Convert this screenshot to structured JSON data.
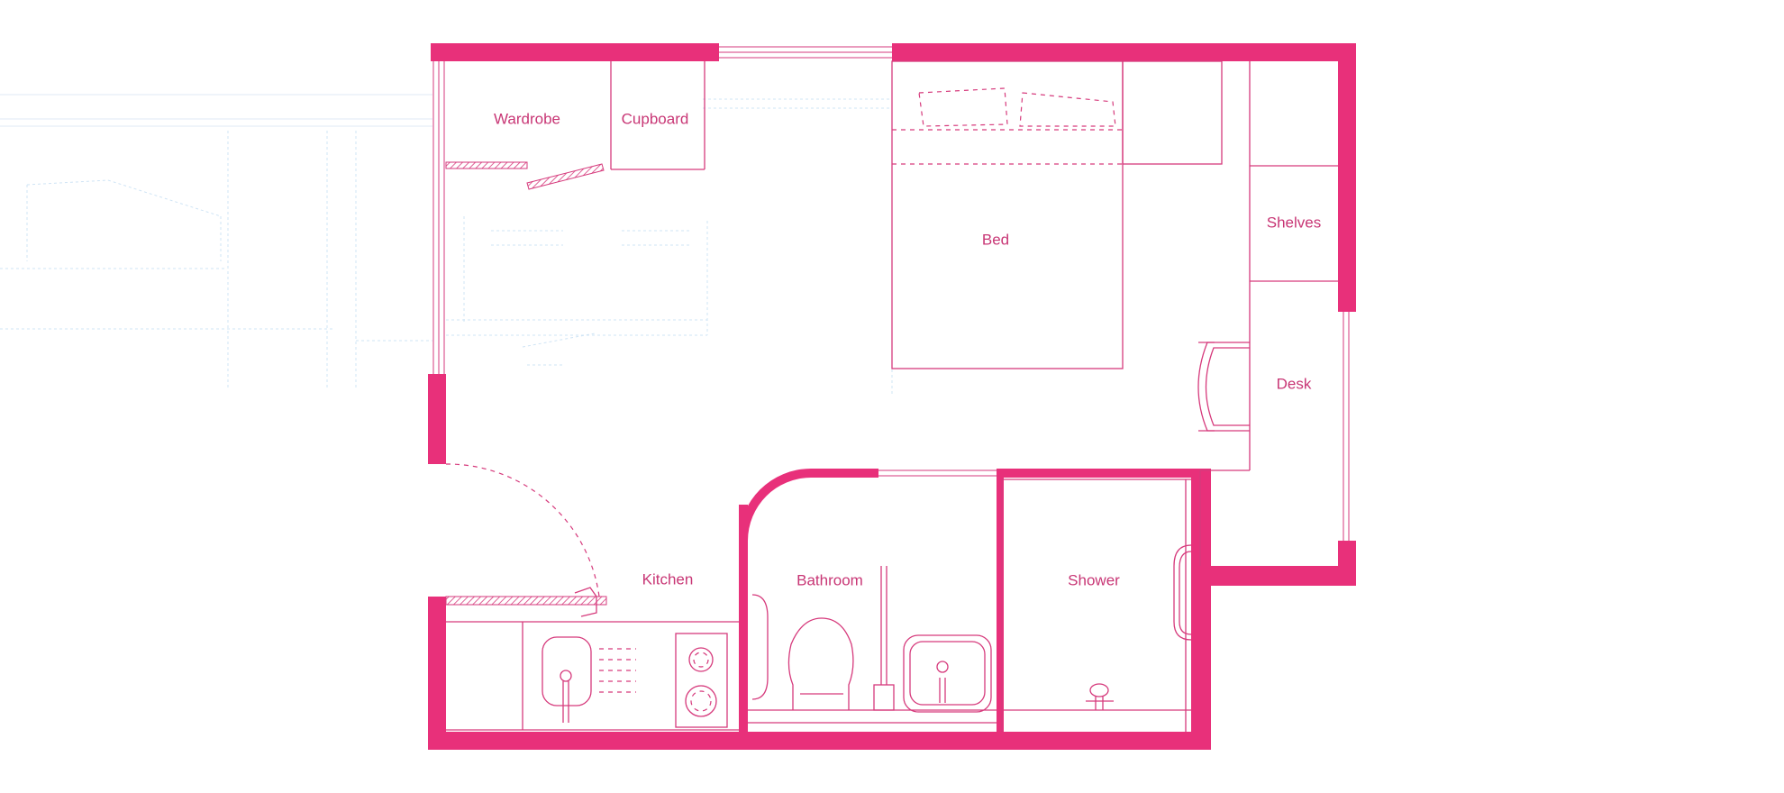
{
  "floorplan": {
    "accent_color": "#e8307a",
    "rooms": {
      "wardrobe": "Wardrobe",
      "cupboard": "Cupboard",
      "bed": "Bed",
      "shelves": "Shelves",
      "desk": "Desk",
      "kitchen": "Kitchen",
      "bathroom": "Bathroom",
      "shower": "Shower"
    },
    "icons": [
      "toilet-icon",
      "sink-icon",
      "hob-icon",
      "chair-icon",
      "shower-tap-icon",
      "kitchen-tap-icon"
    ]
  }
}
